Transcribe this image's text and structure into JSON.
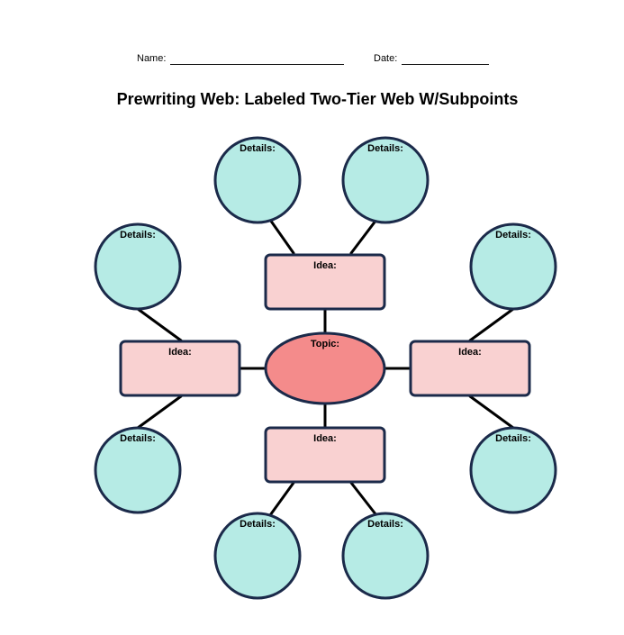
{
  "header": {
    "name_label": "Name:",
    "date_label": "Date:"
  },
  "title": "Prewriting Web: Labeled Two-Tier Web W/Subpoints",
  "web": {
    "topic_label": "Topic:",
    "idea_label": "Idea:",
    "details_label": "Details:"
  },
  "colors": {
    "outline": "#1b2a4a",
    "topic_fill": "#f48b8b",
    "idea_fill": "#f9d1d1",
    "details_fill": "#b6ebe5",
    "connector": "#000000"
  }
}
